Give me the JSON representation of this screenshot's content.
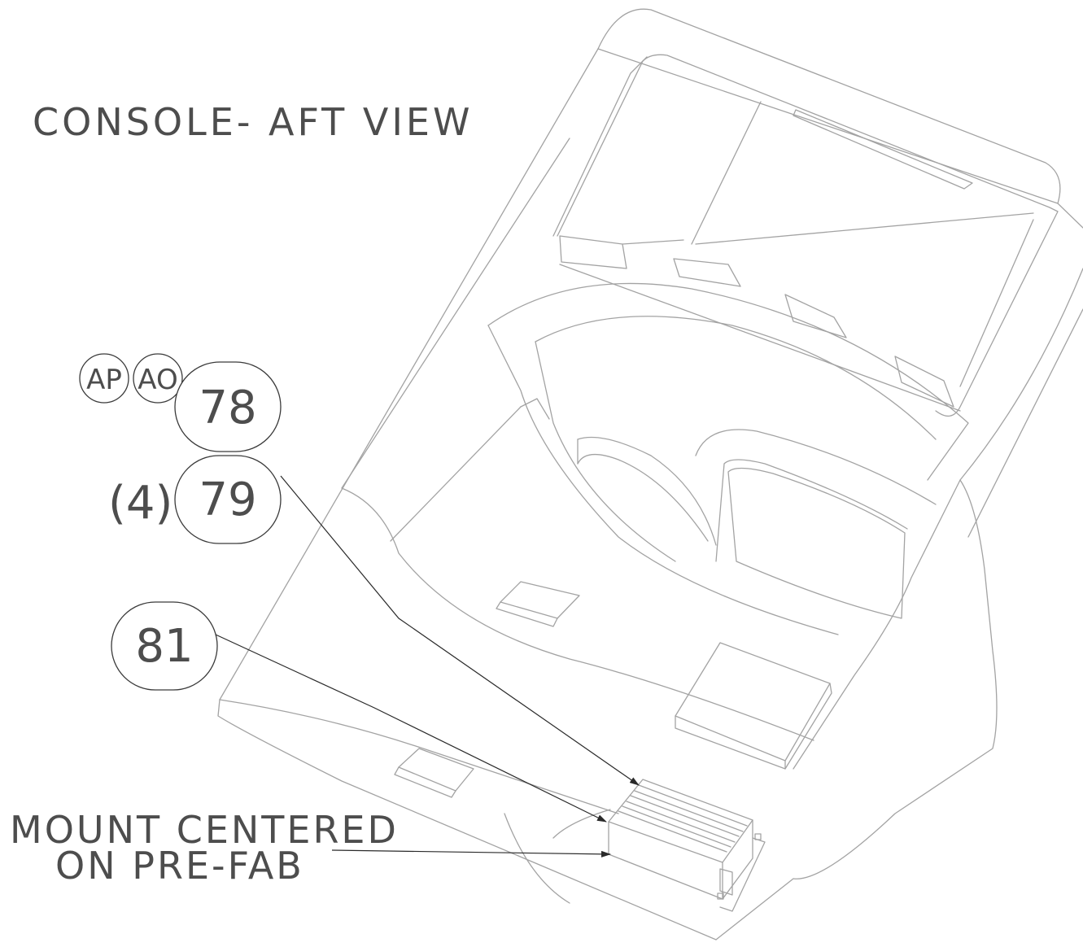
{
  "title": "CONSOLE- AFT VIEW",
  "callouts": {
    "ap": "AP",
    "ao": "AO",
    "item78": "78",
    "qty79": "(4)",
    "item79": "79",
    "item81": "81"
  },
  "note": {
    "line1": "MOUNT CENTERED",
    "line2": "ON PRE-FAB"
  },
  "colors": {
    "drawing_line": "#a3a3a3",
    "leader_line": "#2a2a2a",
    "text": "#4d4d4d",
    "background": "#ffffff"
  }
}
